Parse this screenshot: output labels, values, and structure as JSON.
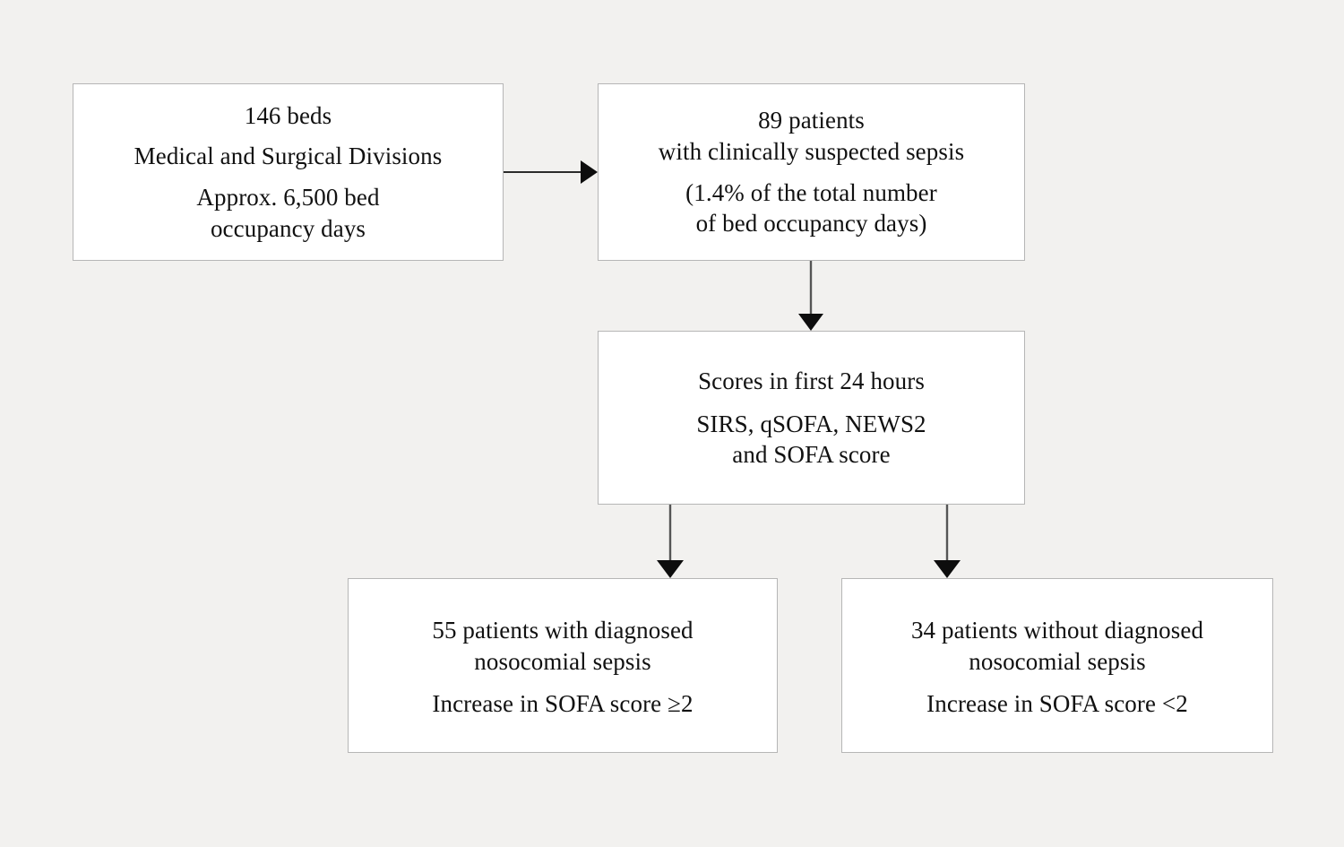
{
  "figure": {
    "type": "flowchart",
    "orientation": "top-down",
    "background_color": "#f2f1ef",
    "box_fill_color": "#ffffff",
    "box_border_color": "#b6b6b6",
    "connector_color": "#2b2b2b"
  },
  "nodes": {
    "population": {
      "id": "box-population",
      "lines": [
        "146 beds",
        "Medical and Surgical Divisions",
        "Approx. 6,500 bed\noccupancy days"
      ]
    },
    "suspected": {
      "id": "box-suspected",
      "lines": [
        "89 patients\nwith clinically suspected sepsis",
        "(1.4% of the total number\nof bed occupancy days)"
      ]
    },
    "scores": {
      "id": "box-scores",
      "lines": [
        "Scores in first 24 hours",
        "SIRS, qSOFA, NEWS2\nand SOFA score"
      ]
    },
    "diagnosed": {
      "id": "box-diagnosed",
      "lines": [
        "55 patients with diagnosed\nnosocomial sepsis",
        "Increase in SOFA score ≥2"
      ]
    },
    "not_diagnosed": {
      "id": "box-not-diagnosed",
      "lines": [
        "34 patients without diagnosed\nnosocomial sepsis",
        "Increase in SOFA score <2"
      ]
    }
  },
  "edges": [
    {
      "name": "population-to-suspected",
      "from": "population",
      "to": "suspected",
      "direction": "right"
    },
    {
      "name": "suspected-to-scores",
      "from": "suspected",
      "to": "scores",
      "direction": "down"
    },
    {
      "name": "scores-to-diagnosed",
      "from": "scores",
      "to": "diagnosed",
      "direction": "down"
    },
    {
      "name": "scores-to-not-diagnosed",
      "from": "scores",
      "to": "not_diagnosed",
      "direction": "down"
    }
  ]
}
